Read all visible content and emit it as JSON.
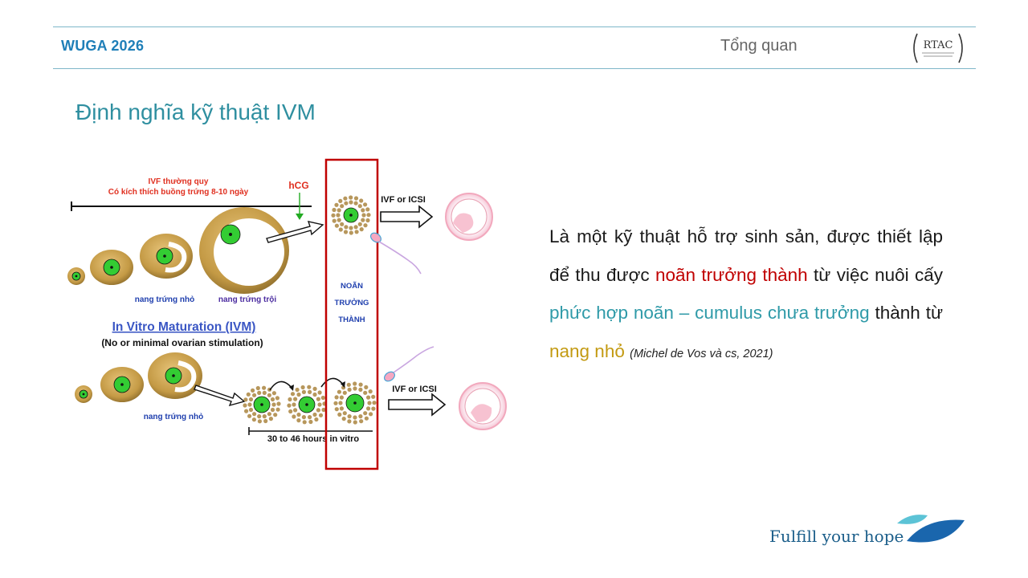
{
  "header": {
    "brand": "WUGA 2026",
    "section": "Tổng quan",
    "logo_text": "RTAC"
  },
  "slide": {
    "title": "Định nghĩa kỹ thuật IVM"
  },
  "figure": {
    "ivf_label_line1": "IVF thường quy",
    "ivf_label_line2": "Có kích thích buồng trứng 8-10 ngày",
    "hcg": "hCG",
    "ivf_icsi_top": "IVF or ICSI",
    "ivf_icsi_bottom": "IVF or ICSI",
    "small_follicle_top": "nang trứng nhỏ",
    "dominant_follicle": "nang trứng trội",
    "ivm_title": "In Vitro Maturation (IVM)",
    "ivm_subtitle": "(No or minimal ovarian stimulation)",
    "small_follicle_bottom": "nang trứng nhỏ",
    "hours_label": "30 to 46 hours in vitro",
    "mature_line1": "NOÃN",
    "mature_line2": "TRƯỞNG",
    "mature_line3": "THÀNH",
    "colors": {
      "follicle": "#c9a04a",
      "oocyte": "#33cc33",
      "frame": "#c00000",
      "label_blue": "#1f3fae",
      "label_purple": "#4b2ca0"
    }
  },
  "definition": {
    "part1": "Là một kỹ thuật hỗ trợ sinh sản, được thiết lập để thu được ",
    "highlight_mature": "noãn trưởng thành",
    "part2": " từ việc nuôi cấy ",
    "highlight_complex": "phức hợp noãn – cumulus chưa trưởng",
    "part3": " thành từ ",
    "highlight_follicle": "nang nhỏ",
    "citation": "(Michel de Vos và cs, 2021)"
  },
  "footer": {
    "slogan": "Fulfill your hope"
  }
}
